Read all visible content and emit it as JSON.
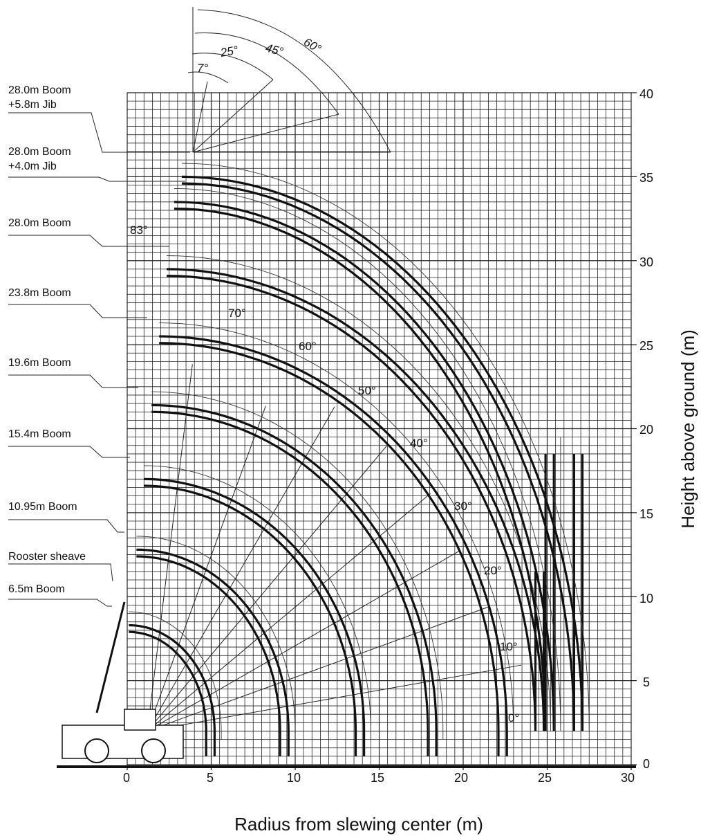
{
  "chart_data": {
    "type": "line",
    "xlabel": "Radius from slewing center (m)",
    "ylabel": "Height above ground (m)",
    "xlim": [
      0,
      30
    ],
    "ylim": [
      0,
      40
    ],
    "x_ticks": [
      "0",
      "5",
      "10",
      "15",
      "20",
      "25",
      "30"
    ],
    "y_ticks": [
      "0",
      "5",
      "10",
      "15",
      "20",
      "25",
      "30",
      "35",
      "40"
    ],
    "grid": true,
    "boom_labels": [
      "28.0m Boom\n+5.8m Jib",
      "28.0m Boom\n+4.0m Jib",
      "28.0m Boom",
      "23.8m Boom",
      "19.6m Boom",
      "15.4m Boom",
      "10.95m Boom",
      "Rooster sheave",
      "6.5m Boom"
    ],
    "angle_labels": [
      "0°",
      "10°",
      "20°",
      "30°",
      "40°",
      "50°",
      "60°",
      "70°",
      "83°"
    ],
    "offset_labels": [
      "7°",
      "25°",
      "45°",
      "60°"
    ],
    "series": [
      {
        "name": "6.5m Boom",
        "top_height": 8.3,
        "max_radius": 5.2
      },
      {
        "name": "10.95m Boom",
        "top_height": 12.8,
        "max_radius": 9.6
      },
      {
        "name": "15.4m Boom",
        "top_height": 17.0,
        "max_radius": 14.1
      },
      {
        "name": "19.6m Boom",
        "top_height": 21.4,
        "max_radius": 18.4
      },
      {
        "name": "23.8m Boom",
        "top_height": 25.5,
        "max_radius": 22.6
      },
      {
        "name": "28.0m Boom",
        "top_height": 29.5,
        "max_radius": 24.8
      },
      {
        "name": "28.0m Boom +4.0m Jib",
        "top_height": 33.5,
        "max_radius": 25.4
      },
      {
        "name": "28.0m Boom +5.8m Jib",
        "top_height": 35.0,
        "max_radius": 27.1
      }
    ]
  }
}
